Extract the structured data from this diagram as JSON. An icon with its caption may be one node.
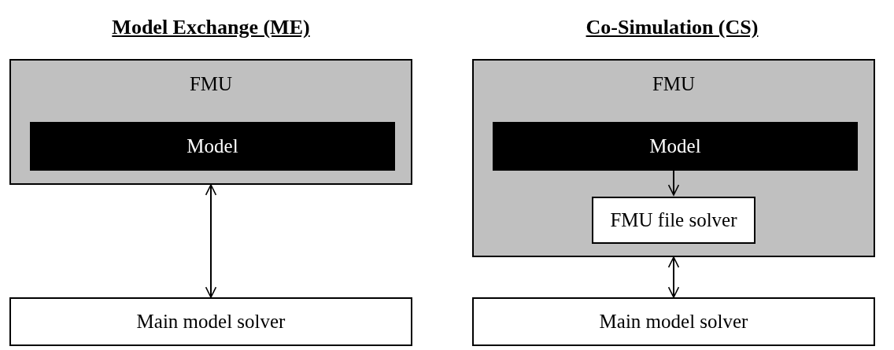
{
  "diagram": {
    "nodes": [
      {
        "text": [
          "FMU"
        ]
      },
      {
        "text": [
          "Model"
        ],
        "in": 0
      },
      {
        "text": [
          "Main model solver"
        ]
      },
      {
        "text": [
          "FMU"
        ]
      },
      {
        "text": [
          "Model"
        ],
        "in": 3
      },
      {
        "text": [
          "FMU file solver"
        ],
        "in": 3
      },
      {
        "text": [
          "Main model solver"
        ]
      }
    ],
    "edges": [
      {
        "from": 0,
        "to": 2,
        "arrow": "both"
      },
      {
        "from": 4,
        "to": 5,
        "arrow": "to"
      },
      {
        "from": 3,
        "to": 6,
        "arrow": "both"
      }
    ],
    "labels": [
      "Model Exchange (ME)",
      "Co-Simulation (CS)"
    ]
  }
}
